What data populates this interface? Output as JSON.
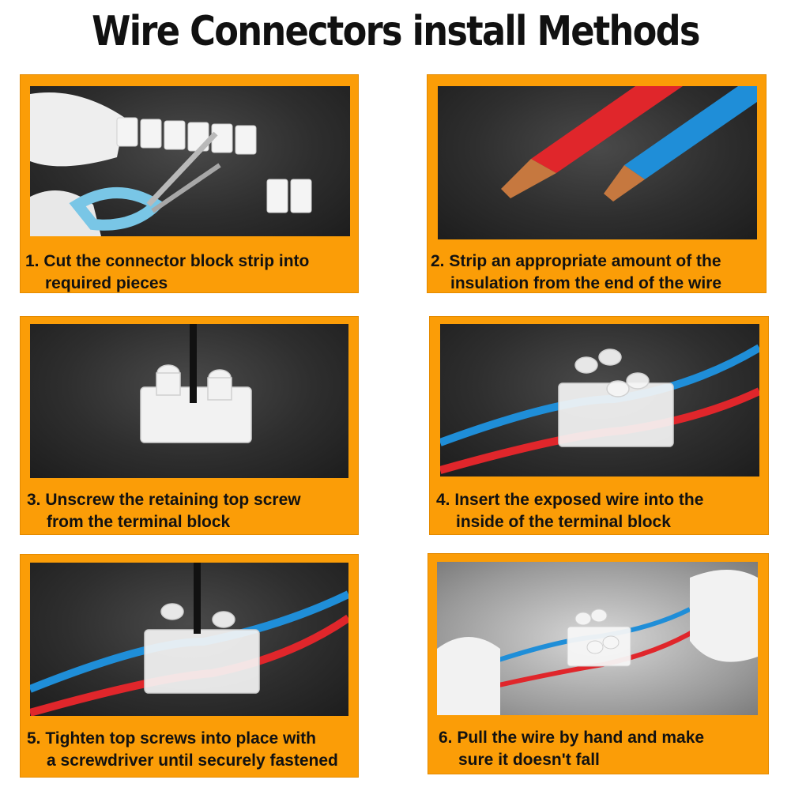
{
  "title": "Wire Connectors install Methods",
  "colors": {
    "panel": "#fb9d07",
    "photo_bg": "#2e2e2e",
    "red_wire": "#e0262b",
    "blue_wire": "#1f8ed8"
  },
  "steps": [
    {
      "line1": "1. Cut the connector block strip into",
      "line2": "required pieces"
    },
    {
      "line1": "2. Strip an appropriate amount of the",
      "line2": "insulation from the end of the wire"
    },
    {
      "line1": "3. Unscrew the retaining top screw",
      "line2": "from the terminal block"
    },
    {
      "line1": "4. Insert the exposed wire into the",
      "line2": "inside of the terminal block"
    },
    {
      "line1": "5. Tighten top screws into place with",
      "line2": "a screwdriver until securely fastened"
    },
    {
      "line1": "6. Pull the wire by hand and make",
      "line2": "sure it doesn't fall"
    }
  ]
}
